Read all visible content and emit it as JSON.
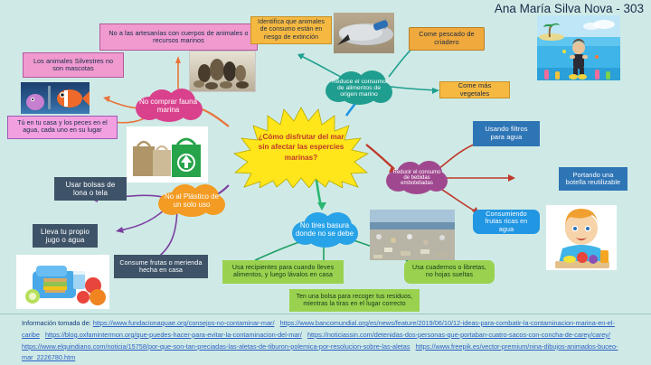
{
  "header": {
    "author": "Ana María Silva Nova - 303"
  },
  "center": {
    "question": "¿Cómo disfrutar del mar sin afectar las espercies marinas?"
  },
  "branches": {
    "pink": {
      "label": "No comprar fauna marina",
      "color": "#d9418d",
      "children": [
        {
          "label": "No a las artesanías con cuerpos de animales o recursos marinos"
        },
        {
          "label": "Los animales Silvestres no son mascotas"
        },
        {
          "label": "Tú en tu casa y los peces en el agua, cada uno en su lugar"
        }
      ]
    },
    "orange": {
      "label": "No al Plástico de un solo uso",
      "color": "#f39b22",
      "children": [
        {
          "label": "Usar bolsas de lona o tela"
        },
        {
          "label": "Lleva tu propio jugo o agua"
        },
        {
          "label": "Consume frutas o merienda hecha en casa"
        }
      ]
    },
    "teal": {
      "label": "Reduce el consumo de alimentos de origen marino",
      "color": "#1f9e8f",
      "children": [
        {
          "label": "Identifica que animales de consumo están en riesgo de extinción"
        },
        {
          "label": "Come pescado de criadero"
        },
        {
          "label": "Come más vegetales"
        }
      ]
    },
    "purple": {
      "label": "Reducir el consumo de bebidas embotelladas",
      "color": "#a0488f",
      "children": [
        {
          "label": "Usando filtros para agua"
        },
        {
          "label": "Portando una botella reutilizable"
        },
        {
          "label": "Consumiendo frutas ricas en agua"
        }
      ]
    },
    "blue": {
      "label": "No tires basura donde no se debe",
      "color": "#29a3e8",
      "children": [
        {
          "label": "Usa recipientes para cuando lleves alimentos, y luego lávalos en casa"
        },
        {
          "label": "Ten una bolsa para recoger tus residuos, mientras la tiras en el lugar correcto"
        },
        {
          "label": "Usa cuadernos o libretas, no hojas sueltas"
        }
      ]
    }
  },
  "images": [
    {
      "name": "artesanias-conchas-photo"
    },
    {
      "name": "nemo-peces-photo"
    },
    {
      "name": "bolsas-de-tela-photo"
    },
    {
      "name": "lonchera-merienda-photo"
    },
    {
      "name": "aleta-de-tiburon-photo"
    },
    {
      "name": "nina-buceo-mar-illustration"
    },
    {
      "name": "playa-con-basura-photo"
    },
    {
      "name": "nina-comiendo-frutas-illustration"
    }
  ],
  "footer": {
    "label": "Información tomada de:",
    "links": [
      "https://www.fundacionaquae.org/consejos-no-contaminar-mar/",
      "https://www.bancomundial.org/es/news/feature/2019/06/10/12-ideas-para-combatir-la-contaminacion-marina-en-el-caribe",
      "https://blog.oxfamintermon.org/que-puedes-hacer-para-evitar-la-contaminacion-del-mar/",
      "https://noticiassin.com/detenidas-dos-personas-que-portaban-cuatro-sacos-con-concha-de-carey/carey/",
      "https://www.elquindiano.com/noticia/15758/por-que-son-tan-preciadas-las-aletas-de-tiburon-polemica-por-resolucion-sobre-las-aletas",
      "https://www.freepik.es/vector-premium/nina-dibujos-animados-buceo-mar_2226780.htm"
    ]
  },
  "colors": {
    "background": "#cfeae6",
    "star_fill": "#ffe61a",
    "star_text": "#c0392b",
    "pink_box": "#f09ad0",
    "orange_box": "#f5b942",
    "slate_box": "#3e5368",
    "green_box": "#9ad24f",
    "blue_box": "#2e75b6",
    "link_color": "#2b5fc4"
  }
}
